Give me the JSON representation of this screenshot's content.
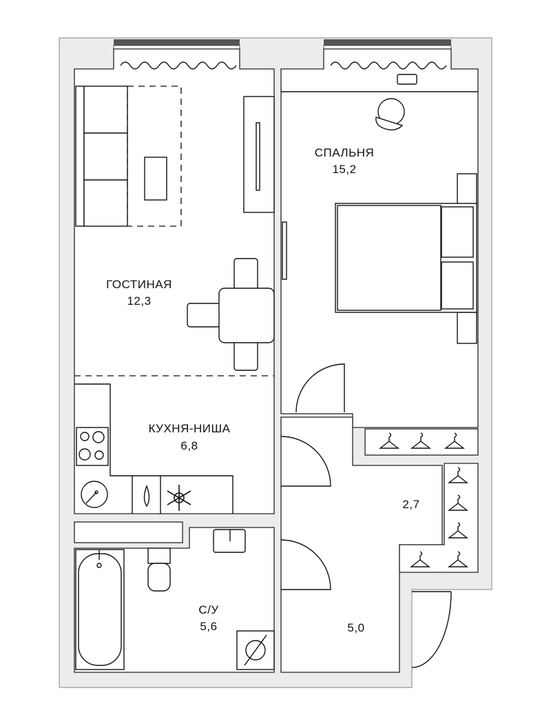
{
  "rooms": {
    "living": {
      "name": "ГОСТИНАЯ",
      "area": "12,3"
    },
    "bedroom": {
      "name": "СПАЛЬНЯ",
      "area": "15,2"
    },
    "kitchen": {
      "name": "КУХНЯ-НИША",
      "area": "6,8"
    },
    "bathroom": {
      "name": "С/У",
      "area": "5,6"
    },
    "wardrobe": {
      "area": "2,7"
    },
    "hallway": {
      "area": "5,0"
    }
  }
}
